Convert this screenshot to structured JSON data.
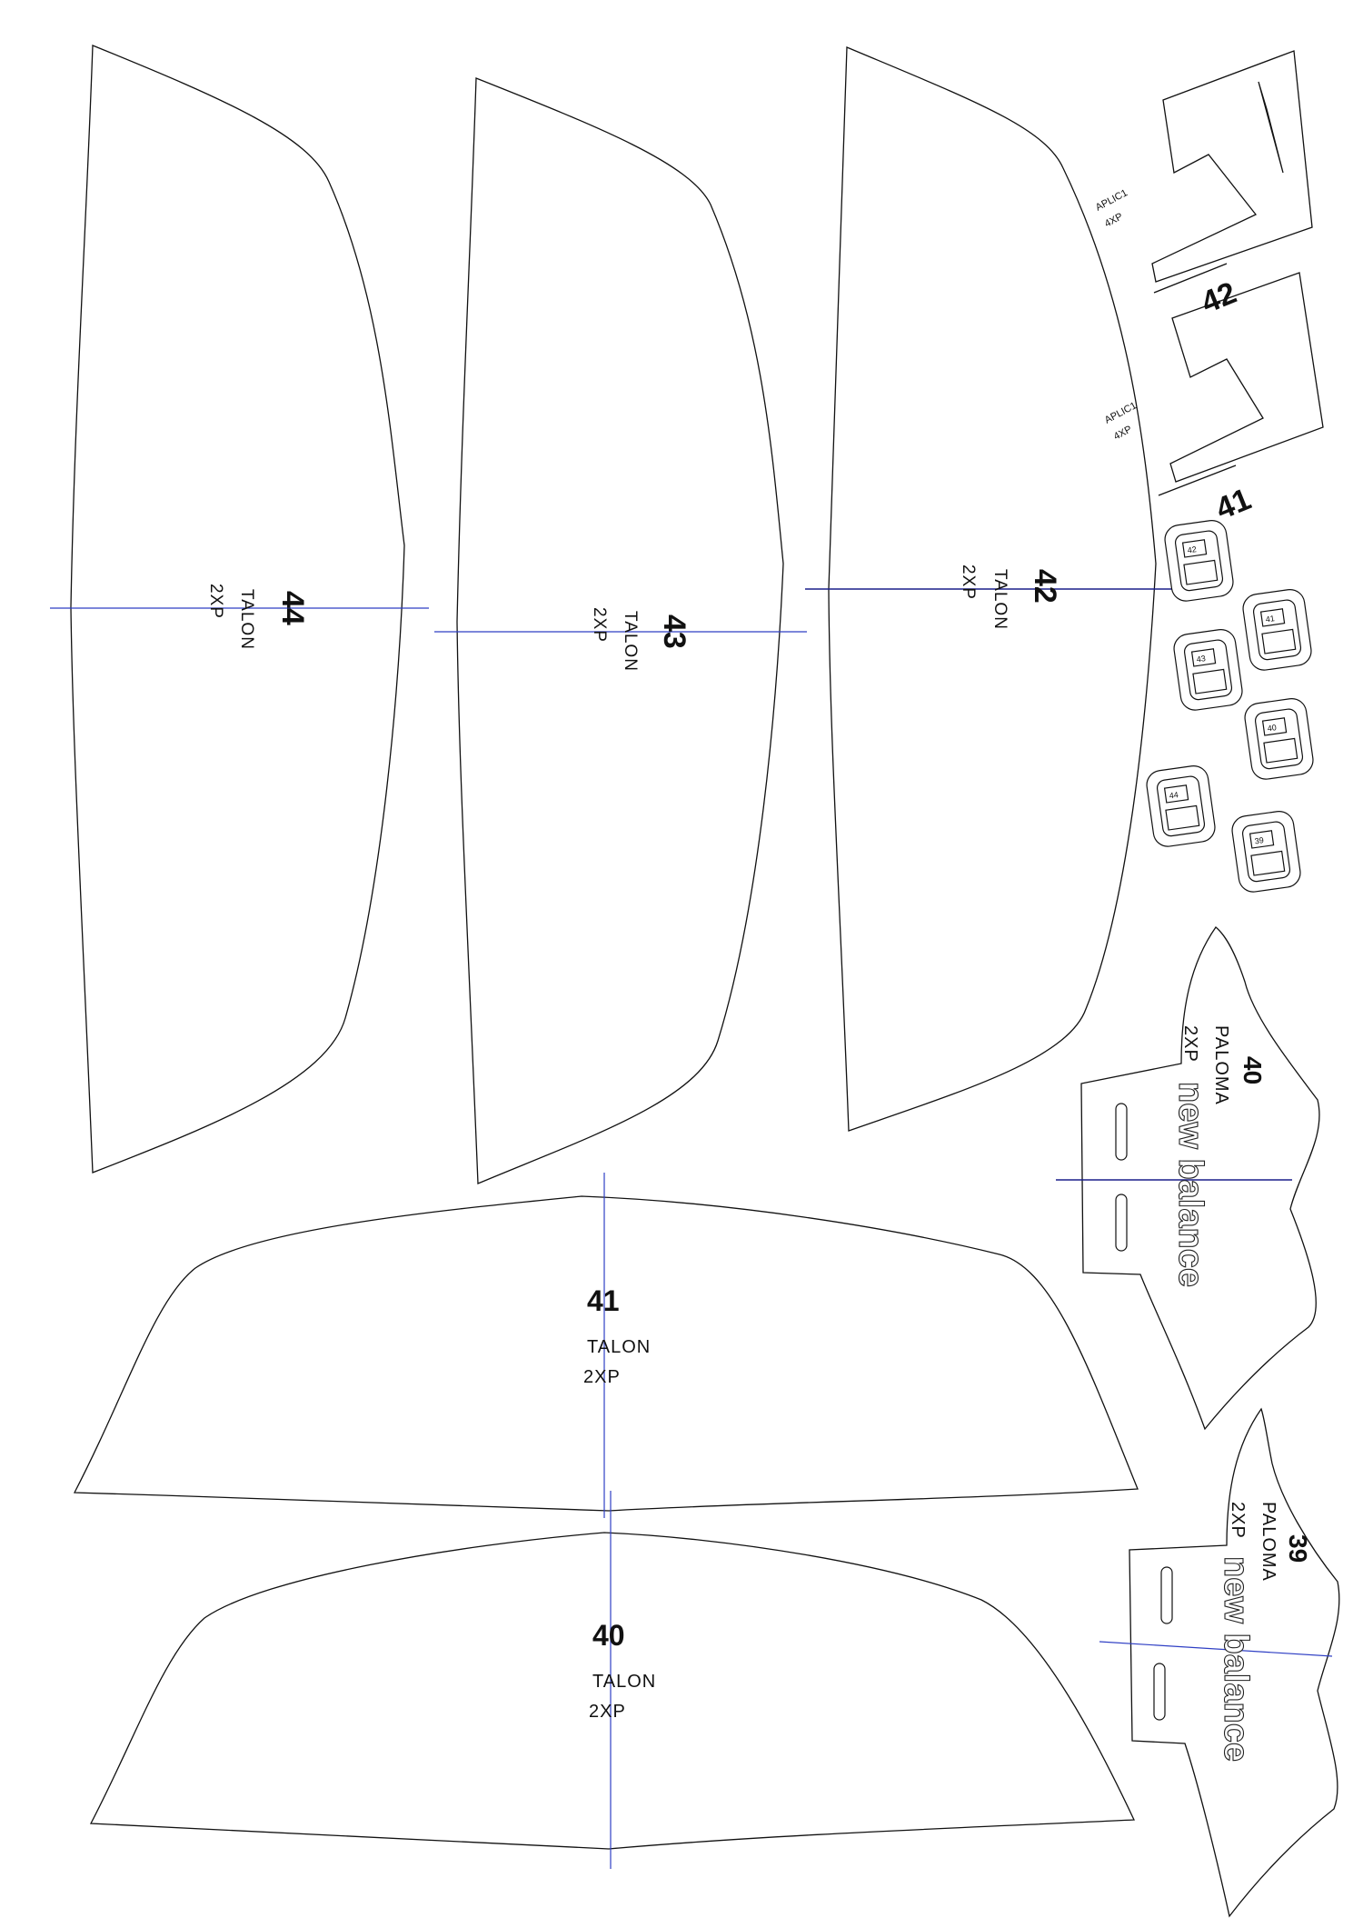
{
  "pattern_pieces": {
    "talon_44": {
      "size": "44",
      "name": "TALON",
      "qty": "2XP"
    },
    "talon_43": {
      "size": "43",
      "name": "TALON",
      "qty": "2XP"
    },
    "talon_42": {
      "size": "42",
      "name": "TALON",
      "qty": "2XP"
    },
    "talon_41": {
      "size": "41",
      "name": "TALON",
      "qty": "2XP"
    },
    "talon_40": {
      "size": "40",
      "name": "TALON",
      "qty": "2XP"
    },
    "paloma_40": {
      "size": "40",
      "name": "PALOMA",
      "qty": "2XP",
      "brand": "new balance"
    },
    "paloma_39": {
      "size": "39",
      "name": "PALOMA",
      "qty": "2XP",
      "brand": "new balance"
    }
  },
  "applique": {
    "label_top": {
      "name": "APLIC1",
      "qty": "4XP"
    },
    "label_bottom": {
      "name": "APLIC1",
      "qty": "4XP"
    },
    "n_size": "42",
    "tag_cluster_size": "41"
  },
  "tags": [
    {
      "text": "42"
    },
    {
      "text": "43"
    },
    {
      "text": "41"
    },
    {
      "text": "40"
    },
    {
      "text": "44"
    },
    {
      "text": "39"
    }
  ]
}
